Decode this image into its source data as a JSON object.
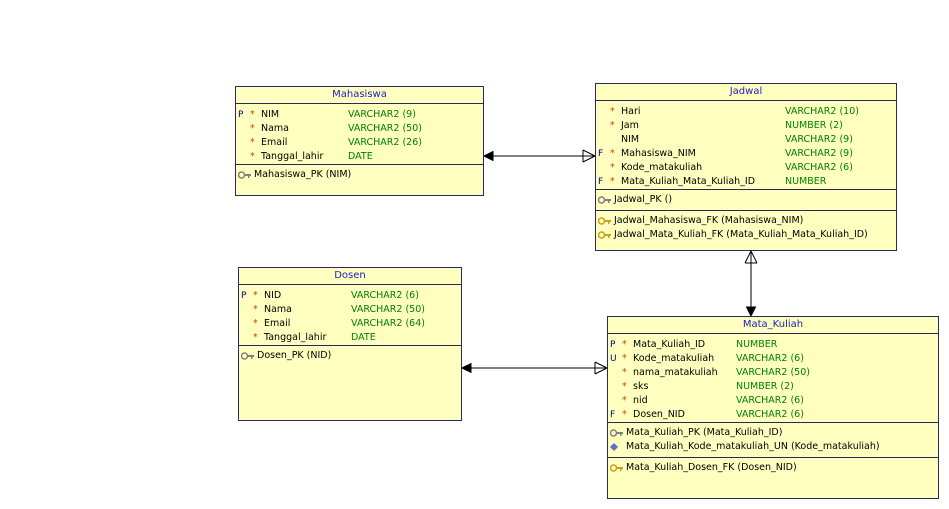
{
  "colors": {
    "entity_fill": "#ffffc0",
    "entity_border": "#2a2a5a",
    "title_text": "#2020c0",
    "type_text": "#008000",
    "mandatory_star": "#d04000",
    "key_icon_pk": "#808080",
    "key_icon_fk": "#c8a020",
    "key_icon_uk": "#6070c0"
  },
  "entities": {
    "mahasiswa": {
      "name": "Mahasiswa",
      "columns": [
        {
          "flag": "P",
          "star": "*",
          "name": "NIM",
          "type": "VARCHAR2 (9)"
        },
        {
          "flag": "",
          "star": "*",
          "name": "Nama",
          "type": "VARCHAR2 (50)"
        },
        {
          "flag": "",
          "star": "*",
          "name": "Email",
          "type": "VARCHAR2 (26)"
        },
        {
          "flag": "",
          "star": "*",
          "name": "Tanggal_lahir",
          "type": "DATE"
        }
      ],
      "pk": [
        {
          "icon": "primary-key-icon",
          "text": "Mahasiswa_PK (NIM)"
        }
      ]
    },
    "jadwal": {
      "name": "Jadwal",
      "columns": [
        {
          "flag": "",
          "star": "*",
          "name": "Hari",
          "type": "VARCHAR2 (10)"
        },
        {
          "flag": "",
          "star": "*",
          "name": "Jam",
          "type": "NUMBER (2)"
        },
        {
          "flag": "",
          "star": "",
          "name": "NIM",
          "type": "VARCHAR2 (9)"
        },
        {
          "flag": "F",
          "star": "*",
          "name": "Mahasiswa_NIM",
          "type": "VARCHAR2 (9)"
        },
        {
          "flag": "",
          "star": "*",
          "name": "Kode_matakuliah",
          "type": "VARCHAR2 (6)"
        },
        {
          "flag": "F",
          "star": "*",
          "name": "Mata_Kuliah_Mata_Kuliah_ID",
          "type": "NUMBER"
        }
      ],
      "pk": [
        {
          "icon": "primary-key-icon",
          "text": "Jadwal_PK ()"
        }
      ],
      "fk": [
        {
          "icon": "foreign-key-icon",
          "text": "Jadwal_Mahasiswa_FK (Mahasiswa_NIM)"
        },
        {
          "icon": "foreign-key-icon",
          "text": "Jadwal_Mata_Kuliah_FK (Mata_Kuliah_Mata_Kuliah_ID)"
        }
      ]
    },
    "dosen": {
      "name": "Dosen",
      "columns": [
        {
          "flag": "P",
          "star": "*",
          "name": "NID",
          "type": "VARCHAR2 (6)"
        },
        {
          "flag": "",
          "star": "*",
          "name": "Nama",
          "type": "VARCHAR2 (50)"
        },
        {
          "flag": "",
          "star": "*",
          "name": "Email",
          "type": "VARCHAR2 (64)"
        },
        {
          "flag": "",
          "star": "*",
          "name": "Tanggal_lahir",
          "type": "DATE"
        }
      ],
      "pk": [
        {
          "icon": "primary-key-icon",
          "text": "Dosen_PK (NID)"
        }
      ]
    },
    "mata_kuliah": {
      "name": "Mata_Kuliah",
      "columns": [
        {
          "flag": "P",
          "star": "*",
          "name": "Mata_Kuliah_ID",
          "type": "NUMBER"
        },
        {
          "flag": "U",
          "star": "*",
          "name": "Kode_matakuliah",
          "type": "VARCHAR2 (6)"
        },
        {
          "flag": "",
          "star": "*",
          "name": "nama_matakuliah",
          "type": "VARCHAR2 (50)"
        },
        {
          "flag": "",
          "star": "*",
          "name": "sks",
          "type": "NUMBER (2)"
        },
        {
          "flag": "",
          "star": "*",
          "name": "nid",
          "type": "VARCHAR2 (6)"
        },
        {
          "flag": "F",
          "star": "*",
          "name": "Dosen_NID",
          "type": "VARCHAR2 (6)"
        }
      ],
      "pk": [
        {
          "icon": "primary-key-icon",
          "text": "Mata_Kuliah_PK (Mata_Kuliah_ID)"
        },
        {
          "icon": "unique-key-icon",
          "text": "Mata_Kuliah_Kode_matakuliah_UN (Kode_matakuliah)"
        }
      ],
      "fk": [
        {
          "icon": "foreign-key-icon",
          "text": "Mata_Kuliah_Dosen_FK (Dosen_NID)"
        }
      ]
    }
  }
}
